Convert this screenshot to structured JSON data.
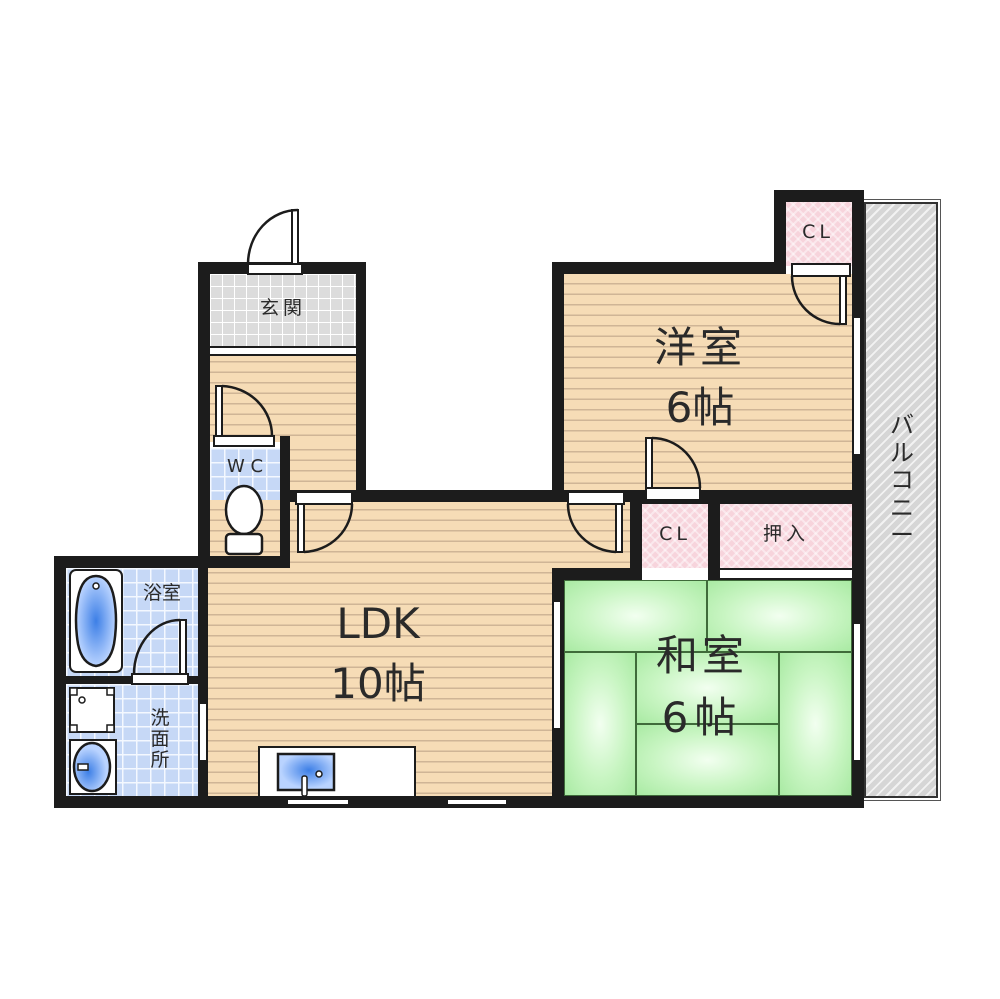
{
  "floor_plan": {
    "rooms": {
      "genkan": {
        "label": "玄関",
        "name": "Entrance",
        "color": "#dcdcdc"
      },
      "wc": {
        "label": "W C",
        "name": "Toilet",
        "color": "#c6d8f6"
      },
      "bath": {
        "label": "浴室",
        "name": "Bathroom",
        "color": "#c6d8f6"
      },
      "washroom": {
        "label": "洗\n面\n所",
        "name": "Washroom",
        "color": "#c6d8f6"
      },
      "ldk": {
        "label": "LDK",
        "size": "10帖",
        "name": "Living Dining Kitchen",
        "color": "#f6dcb6"
      },
      "western": {
        "label": "洋室",
        "size": "6帖",
        "name": "Western-style room",
        "color": "#f6dcb6"
      },
      "japanese": {
        "label": "和室",
        "size": "6帖",
        "name": "Japanese-style room",
        "color": "#b8eeb2"
      },
      "closet_top": {
        "label": "CL",
        "name": "Closet",
        "color": "#f7d4dc"
      },
      "closet_mid": {
        "label": "CL",
        "name": "Closet",
        "color": "#f7d4dc"
      },
      "oshiire": {
        "label": "押入",
        "name": "Futon closet",
        "color": "#f7d4dc"
      },
      "balcony": {
        "label": "バ\nル\nコ\nニ\nー",
        "name": "Balcony",
        "color": "#d6d6d6"
      }
    },
    "wall_color": "#1c1c1c",
    "fixture_color": "#3d7fe6"
  }
}
